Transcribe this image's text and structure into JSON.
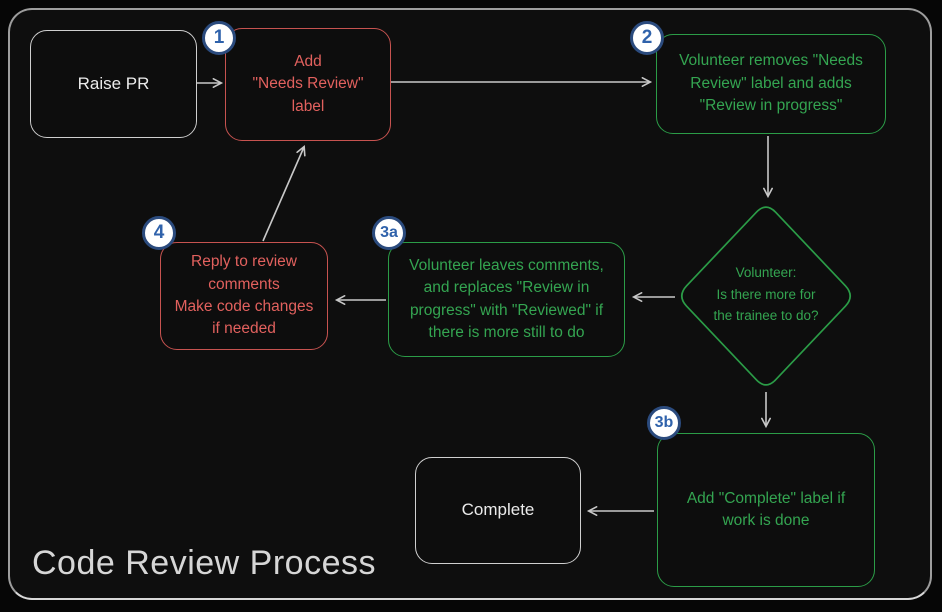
{
  "title": "Code Review Process",
  "colors": {
    "background": "#0e0e0e",
    "frame_border": "#9d9d9d",
    "red_border": "#c75350",
    "red_text": "#e2615e",
    "green_border": "#2b9c47",
    "green_text": "#34a551",
    "neutral_border": "#cfcfcf",
    "neutral_text": "#ebebeb",
    "arrow": "#c8c8c8",
    "badge_bg": "#ffffff",
    "badge_border": "#2b4b7e",
    "badge_text": "#2f62ab",
    "title_text": "#d6d6d6"
  },
  "nodes": {
    "raise_pr": {
      "label": "Raise PR"
    },
    "add_needs_review": {
      "badge": "1",
      "label": "Add\n\"Needs Review\"\nlabel"
    },
    "volunteer_removes": {
      "badge": "2",
      "label": "Volunteer removes \"Needs\nReview\" label and adds\n\"Review in progress\""
    },
    "decision": {
      "label": "Volunteer:\nIs there more for\nthe trainee to do?"
    },
    "volunteer_leaves": {
      "badge": "3a",
      "label": "Volunteer leaves comments,\nand replaces \"Review in\nprogress\" with \"Reviewed\" if\nthere is more still to do"
    },
    "reply_comments": {
      "badge": "4",
      "label": "Reply to review\ncomments\nMake code changes\nif needed"
    },
    "add_complete": {
      "badge": "3b",
      "label": "Add \"Complete\" label if\nwork is done"
    },
    "complete": {
      "label": "Complete"
    }
  }
}
